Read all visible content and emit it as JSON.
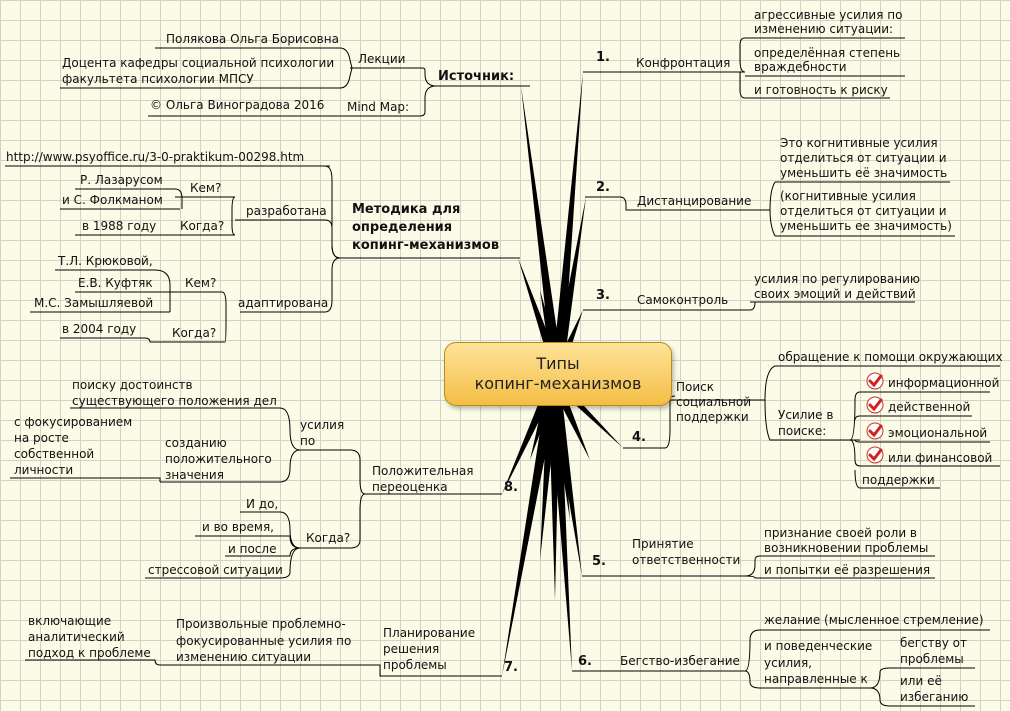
{
  "center": {
    "line1": "Типы",
    "line2": "копинг-механизмов"
  },
  "source": {
    "title": "Источник:",
    "lectures": "Лекции",
    "author": "Полякова Ольга Борисовна",
    "position_line1": "Доцента кафедры социальной психологии",
    "position_line2": "факультета психологии МПСУ",
    "mindmap": "Mind Map:",
    "copyright": "© Ольга Виноградова 2016"
  },
  "method": {
    "title_line1": "Методика для",
    "title_line2": "определения",
    "title_line3": "копинг-механизмов",
    "url": "http://www.psyoffice.ru/3-0-praktikum-00298.htm",
    "developed": "разработана",
    "who": "Кем?",
    "when": "Когда?",
    "dev_author1": "Р. Лазарусом",
    "dev_author2": "и С. Фолкманом",
    "dev_year": "в 1988 году",
    "adapted": "адаптирована",
    "adapt_who": "Кем?",
    "adapt_when": "Когда?",
    "adapt_author1": "Т.Л. Крюковой,",
    "adapt_author2": "Е.В. Куфтяк",
    "adapt_author3": "М.С. Замышляевой",
    "adapt_year": "в 2004 году"
  },
  "branches": {
    "b1": {
      "num": "1.",
      "label": "Конфронтация",
      "d1_line1": "агрессивные усилия по",
      "d1_line2": "изменению ситуации:",
      "d2_line1": "определённая степень",
      "d2_line2": "враждебности",
      "d3": "и готовность к риску"
    },
    "b2": {
      "num": "2.",
      "label": "Дистанцирование",
      "d1_line1": "Это когнитивные усилия",
      "d1_line2": "отделиться от ситуации и",
      "d1_line3": "уменьшить её значимость",
      "d2_line1": "(когнитивные усилия",
      "d2_line2": "отделиться от ситуации и",
      "d2_line3": "уменьшить ее значимость)"
    },
    "b3": {
      "num": "3.",
      "label": "Самоконтроль",
      "d1_line1": "усилия по регулированию",
      "d1_line2": "своих эмоций и действий"
    },
    "b4": {
      "num": "4.",
      "label_line1": "Поиск",
      "label_line2": "социальной",
      "label_line3": "поддержки",
      "d1": "обращение к помощи окружающих",
      "usilie_line1": "Усилие в",
      "usilie_line2": "поиске:",
      "opt1": "информационной",
      "opt2": "действенной",
      "opt3": "эмоциональной",
      "opt4": "или финансовой",
      "tail": "поддержки"
    },
    "b5": {
      "num": "5.",
      "label_line1": "Принятие",
      "label_line2": "ответственности",
      "d1_line1": "признание своей роли в",
      "d1_line2": "возникновении проблемы",
      "d2": "и попытки её разрешения"
    },
    "b6": {
      "num": "6.",
      "label": "Бегство-избегание",
      "d1": "желание (мысленное стремление)",
      "d2_line1": "и поведенческие",
      "d2_line2": "усилия,",
      "d2_line3": "направленные к",
      "d3_line1": "бегству от",
      "d3_line2": "проблемы",
      "d4_line1": "или её",
      "d4_line2": "избеганию"
    },
    "b7": {
      "num": "7.",
      "label_line1": "Планирование",
      "label_line2": "решения",
      "label_line3": "проблемы",
      "d1_line1": "Произвольные проблемно-",
      "d1_line2": "фокусированные усилия по",
      "d1_line3": "изменению ситуации",
      "d2_line1": "включающие",
      "d2_line2": "аналитический",
      "d2_line3": "подход к проблеме"
    },
    "b8": {
      "num": "8.",
      "label_line1": "Положительная",
      "label_line2": "переоценка",
      "usilie_line1": "усилия",
      "usilie_line2": "по",
      "po1_line1": "поиску достоинств",
      "po1_line2": "существующего положения дел",
      "po2_line1": "созданию",
      "po2_line2": "положительного",
      "po2_line3": "значения",
      "focus_line1": "с фокусированием",
      "focus_line2": "на росте",
      "focus_line3": "собственной",
      "focus_line4": "личности",
      "when": "Когда?",
      "w1": "И до,",
      "w2": "и во время,",
      "w3": "и после",
      "w4": "стрессовой ситуации"
    }
  }
}
